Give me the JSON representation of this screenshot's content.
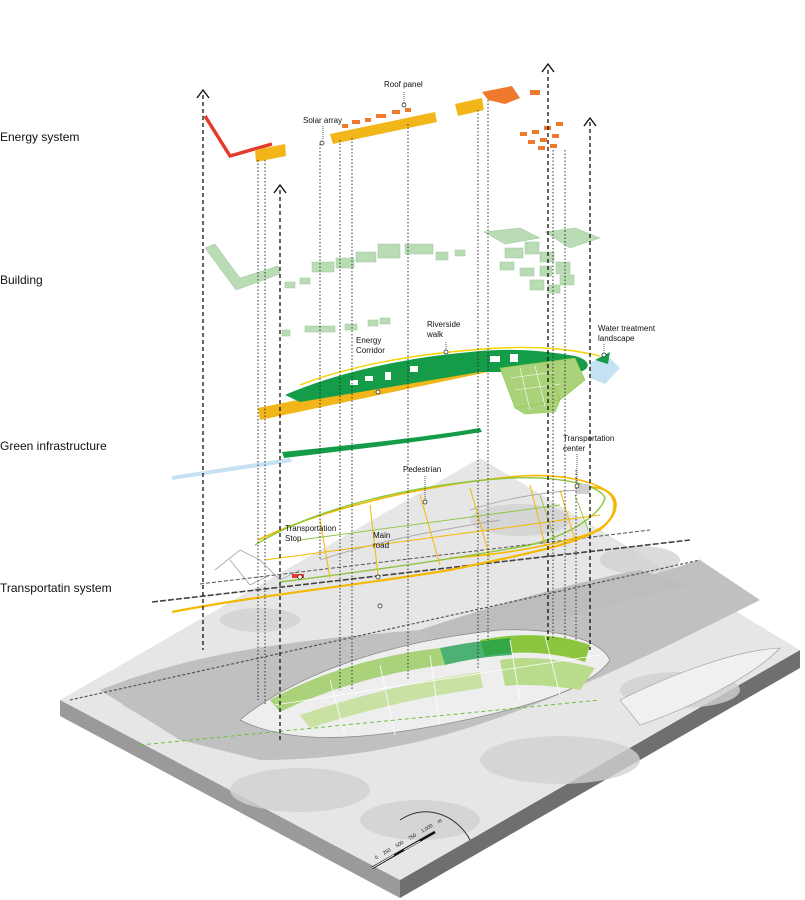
{
  "layers": [
    {
      "id": "energy",
      "label": "Energy system"
    },
    {
      "id": "building",
      "label": "Building"
    },
    {
      "id": "green",
      "label": "Green infrastructure"
    },
    {
      "id": "transport",
      "label": "Transportatin system"
    }
  ],
  "annotations": {
    "roof_panel": "Roof panel",
    "solar_array": "Solar array",
    "energy_corridor_1": "Energy",
    "energy_corridor_2": "Corridor",
    "riverside_1": "Riverside",
    "riverside_2": "walk",
    "water_treatment_1": "Water treatment",
    "water_treatment_2": "landscape",
    "transportation_center_1": "Transportation",
    "transportation_center_2": "center",
    "pedestrian": "Pedestrian",
    "transportation_stop_1": "Transportation",
    "transportation_stop_2": "Stop",
    "main_road_1": "Main",
    "main_road_2": "road"
  },
  "scale_bar": {
    "labels": [
      "0",
      "250",
      "500",
      "750",
      "1,000"
    ],
    "unit": "m"
  },
  "colors": {
    "energy_red": "#e53b2c",
    "energy_orange": "#ef7a2e",
    "energy_yellow": "#f2b51a",
    "building_green": "#b9dcb4",
    "green_dark": "#159c48",
    "green_light": "#8cc63f",
    "road_yellow": "#f5b800",
    "water_blue": "#c6e2f2",
    "river_grey": "#c4c4c4",
    "base_grey": "#e4e4e4"
  }
}
